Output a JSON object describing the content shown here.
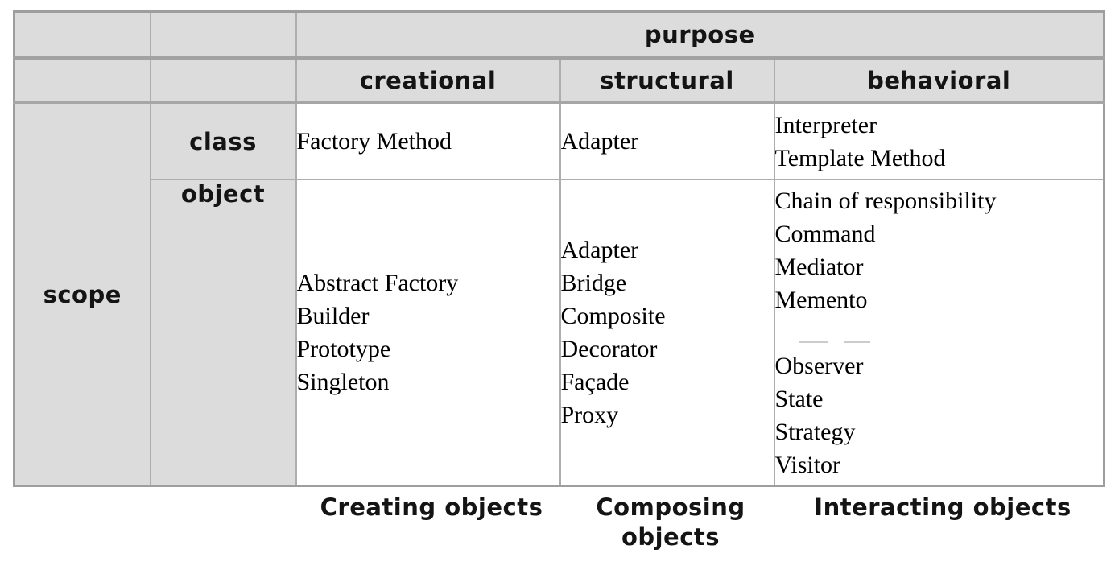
{
  "colors": {
    "header_fill": "#dcdcdc",
    "grid_line": "#adadad",
    "heavy_line": "#a2a2a2",
    "outer_border": "#9e9e9e",
    "header_text": "#141414",
    "cell_text": "#000000",
    "erased_mark": "#cccccc",
    "background": "#ffffff"
  },
  "table": {
    "purpose_header": "purpose",
    "scope_header": "scope",
    "column_headers": [
      "creational",
      "structural",
      "behavioral"
    ],
    "row_headers": {
      "class": "class",
      "object": "object"
    },
    "cells": {
      "class_creational": [
        "Factory Method"
      ],
      "class_structural": [
        "Adapter"
      ],
      "class_behavioral": [
        "Interpreter",
        "Template Method"
      ],
      "object_creational": [
        "Abstract Factory",
        "Builder",
        "Prototype",
        "Singleton"
      ],
      "object_structural": [
        "Adapter",
        "Bridge",
        "Composite",
        "Decorator",
        "Façade",
        "Proxy"
      ],
      "object_behavioral": [
        "Chain of responsibility",
        "Command",
        "Mediator",
        "Memento",
        "",
        "Observer",
        "State",
        "Strategy",
        "Visitor"
      ]
    }
  },
  "captions": {
    "creational": "Creating objects",
    "structural": "Composing objects",
    "behavioral": "Interacting objects"
  }
}
